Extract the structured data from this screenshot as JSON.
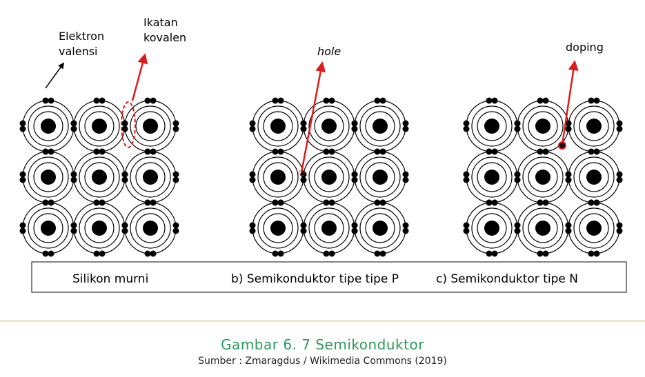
{
  "labels": {
    "electron": "Elektron\nvalensi",
    "bond": "Ikatan\nkovalen",
    "hole": "hole",
    "doping": "doping"
  },
  "panels": [
    {
      "caption": "Silikon murni"
    },
    {
      "caption": "b) Semikonduktor tipe tipe P"
    },
    {
      "caption": "c) Semikonduktor tipe N"
    }
  ],
  "caption": {
    "title": "Gambar 6. 7 Semikonduktor",
    "source": "Sumber : Zmaragdus / Wikimedia Commons (2019)"
  },
  "colors": {
    "atom": "#000000",
    "arrow_red": "#e01a1a",
    "caption_green": "#2b9a5a",
    "separator": "#f1e5cf"
  }
}
